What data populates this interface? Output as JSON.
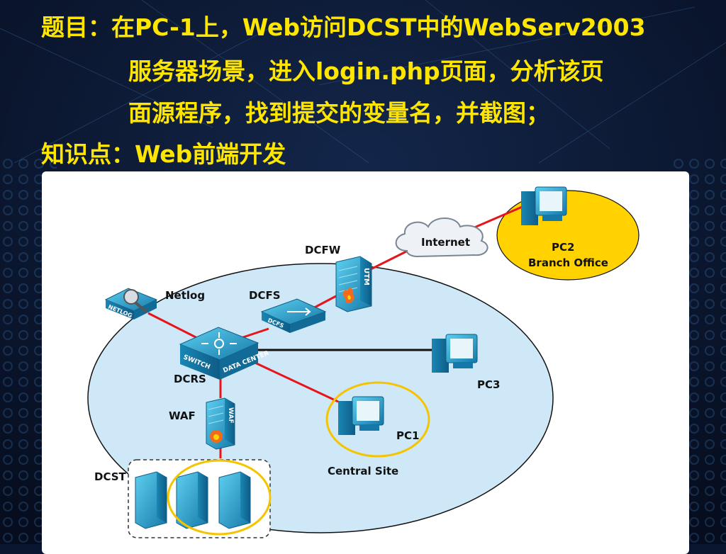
{
  "slide": {
    "title_lines": [
      "题目：在PC-1上，Web访问DCST中的WebServ2003",
      "服务器场景，进入login.php页面，分析该页",
      "面源程序，找到提交的变量名，并截图；",
      "知识点：Web前端开发"
    ]
  },
  "diagram": {
    "labels": {
      "internet": "Internet",
      "pc2": "PC2",
      "branch_office": "Branch Office",
      "dcfw": "DCFW",
      "netlog": "Netlog",
      "dcfs": "DCFS",
      "dcrs": "DCRS",
      "pc3": "PC3",
      "waf": "WAF",
      "pc1": "PC1",
      "central_site": "Central Site",
      "dcst": "DCST"
    },
    "device_text": {
      "utm": "UTM",
      "netlog_device": "NETLOG",
      "dcfs_device": "DCFS",
      "switch_left": "SWITCH",
      "switch_right": "DATA CENTER",
      "waf_device": "WAF"
    },
    "colors": {
      "link_red": "#e8141c",
      "link_black": "#111111",
      "highlight": "#f5c400",
      "site_fill": "#cfe8f7",
      "device_blue": "#2a9fc8"
    }
  }
}
